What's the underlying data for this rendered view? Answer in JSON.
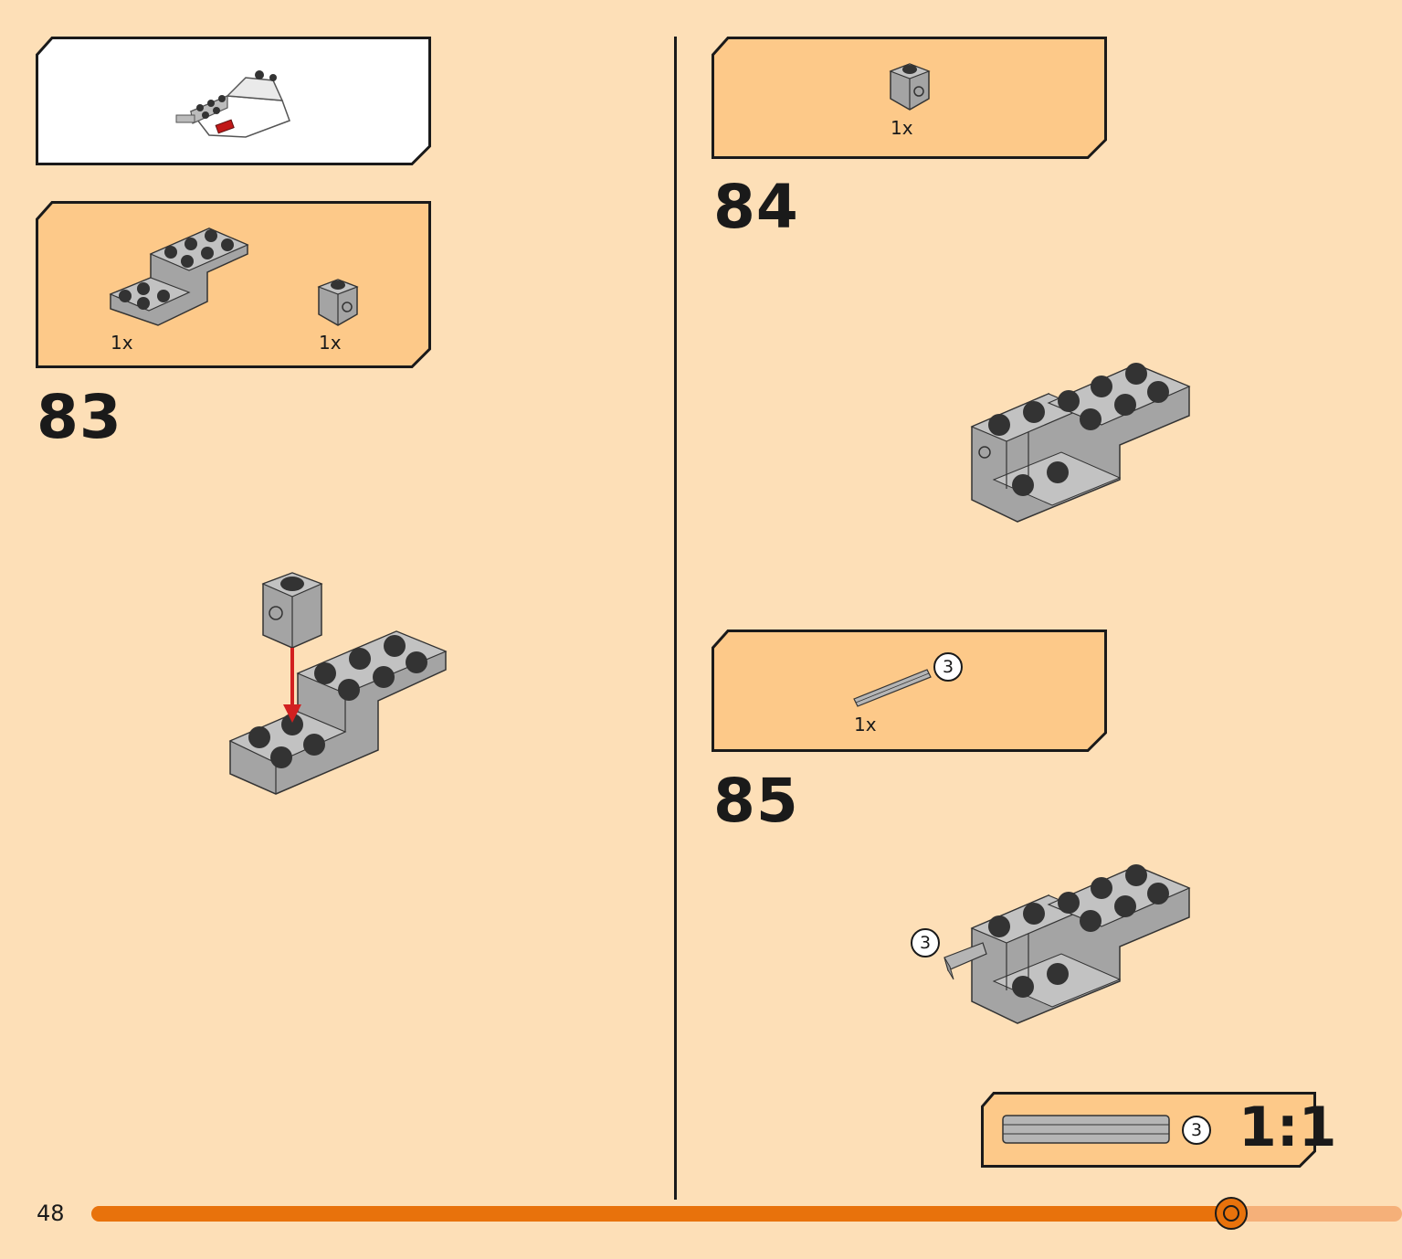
{
  "colors": {
    "page_bg": "#fddfb7",
    "panel_bg": "#fdc989",
    "progress": "#e8720c",
    "progress_track": "#f5b079",
    "brick_gray": "#a4a4a4",
    "stud_dark": "#333333"
  },
  "page": {
    "number": "48",
    "progress_fraction": 0.87
  },
  "steps": [
    {
      "number": "83",
      "parts": [
        {
          "qty": "1x",
          "part": "bracket-plate-icon"
        },
        {
          "qty": "1x",
          "part": "technic-brick-icon"
        }
      ]
    },
    {
      "number": "84",
      "parts": [
        {
          "qty": "1x",
          "part": "technic-brick-icon"
        }
      ]
    },
    {
      "number": "85",
      "parts": [
        {
          "qty": "1x",
          "part": "axle-icon",
          "length": "3"
        }
      ],
      "callout_length": "3"
    }
  ],
  "scale_box": {
    "length": "3",
    "ratio": "1:1"
  }
}
